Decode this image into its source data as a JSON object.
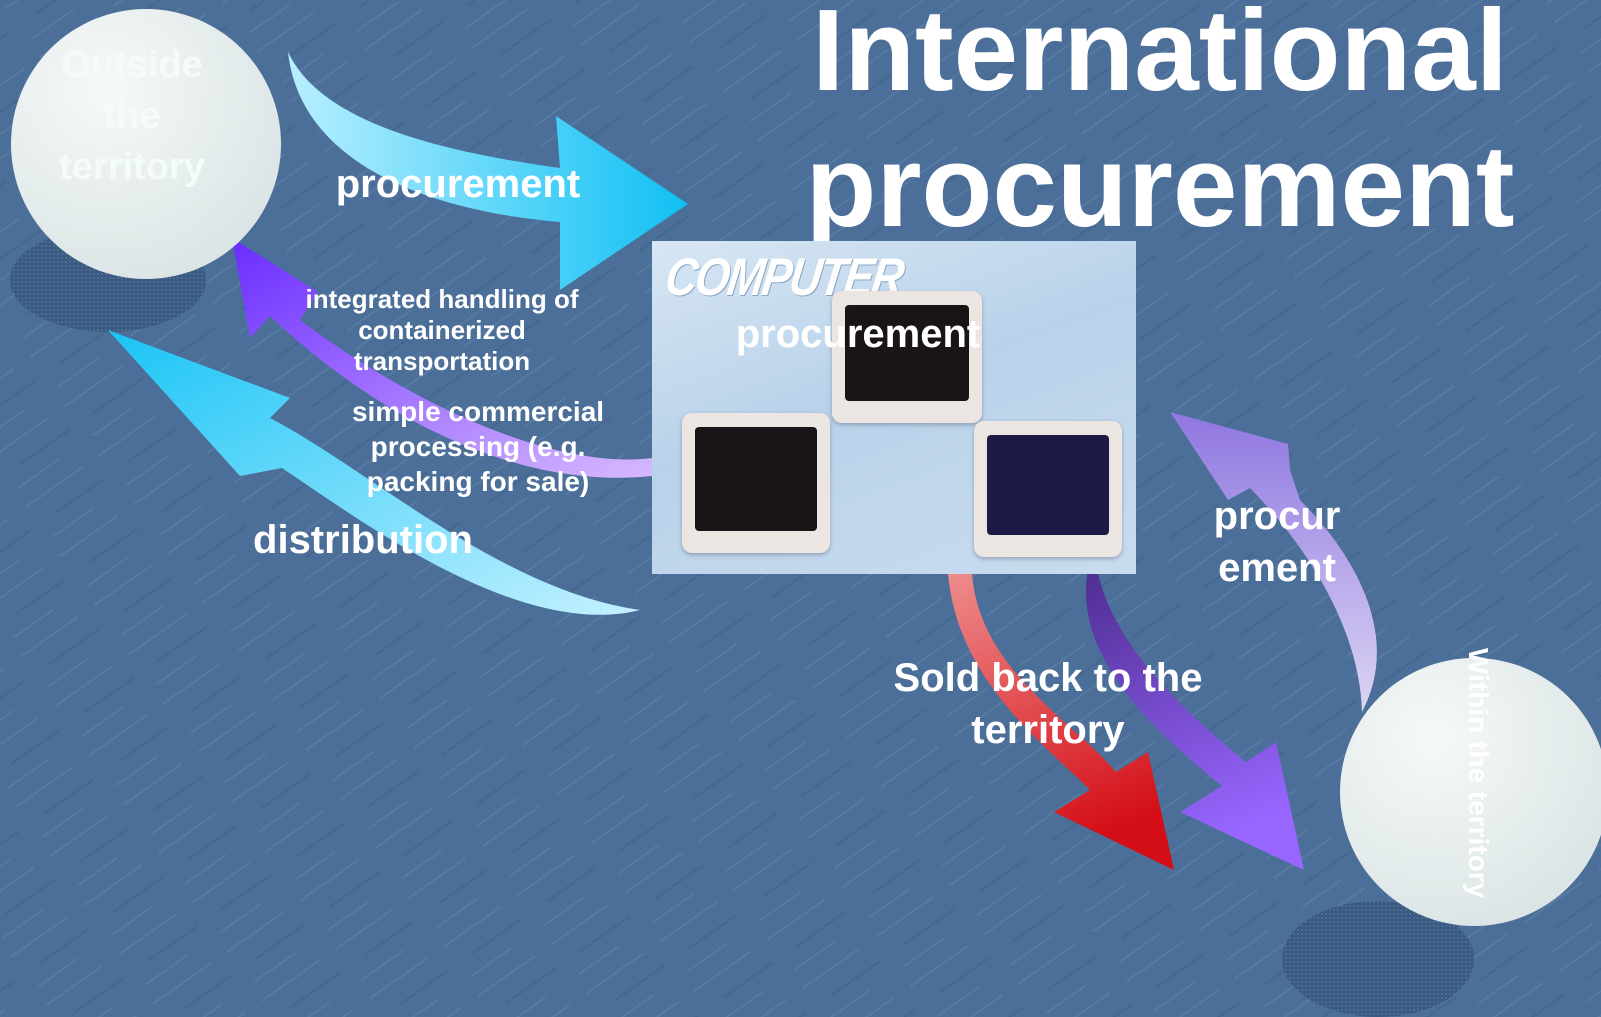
{
  "slide": {
    "title_line1": "International",
    "title_line2": "procurement"
  },
  "circles": {
    "outside": {
      "line1": "Outside",
      "line2": "the",
      "line3": "territory"
    },
    "within": {
      "label": "Within the territory"
    }
  },
  "photo": {
    "word": "COMPUTER",
    "overlay_label": "procurement"
  },
  "arrows": {
    "procurement_in": "procurement",
    "integrated_line1": "integrated handling of",
    "integrated_line2": "containerized",
    "integrated_line3": "transportation",
    "simple_line1": "simple commercial",
    "simple_line2": "processing (e.g.",
    "simple_line3": "packing for sale)",
    "distribution": "distribution",
    "procurement_right_line1": "procur",
    "procurement_right_line2": "ement",
    "sold_back_line1": "Sold back to the",
    "sold_back_line2": "territory"
  },
  "colors": {
    "background": "#4b6f98",
    "circle_fill": "#e9efef",
    "arrow_cyan": "#1ec8f5",
    "arrow_violet": "#7b3cff",
    "arrow_lavender": "#c6b6ee",
    "arrow_red": "#d8262a",
    "arrow_purple": "#8f5cf2"
  }
}
